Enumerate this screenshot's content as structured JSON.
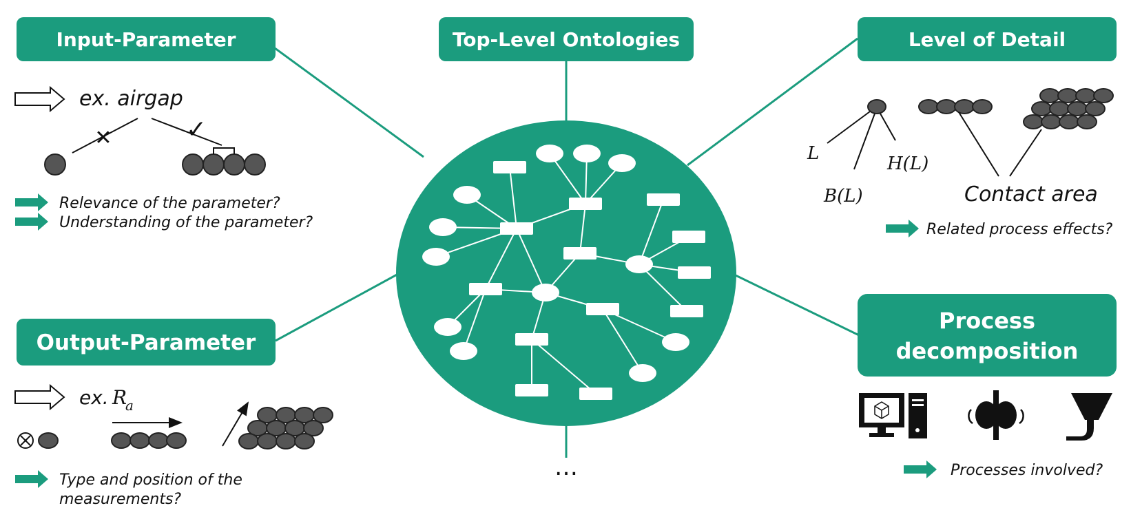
{
  "colors": {
    "accent": "#1b9c7e",
    "node_fill": "#ffffff",
    "ball": "#555555",
    "ink": "#111111"
  },
  "boxes": {
    "input": "Input-Parameter",
    "top": "Top-Level Ontologies",
    "detail": "Level of Detail",
    "output": "Output-Parameter",
    "process_1": "Process",
    "process_2": "decomposition"
  },
  "input": {
    "example": "ex. airgap",
    "notes": [
      "Relevance of the parameter?",
      "Understanding of the parameter?"
    ]
  },
  "output": {
    "example_prefix": "ex.",
    "example_symbol": "R",
    "example_subscript": "a",
    "notes": [
      "Type and position of the",
      "measurements?"
    ]
  },
  "detail": {
    "math_L": "L",
    "math_B": "B(L)",
    "math_H": "H(L)",
    "contact": "Contact area",
    "note": "Related process effects?"
  },
  "process": {
    "icons": [
      "computer-icon",
      "rotating-disc-icon",
      "nozzle-icon"
    ],
    "note": "Processes involved?"
  },
  "center": {
    "ellipsis": "…"
  }
}
